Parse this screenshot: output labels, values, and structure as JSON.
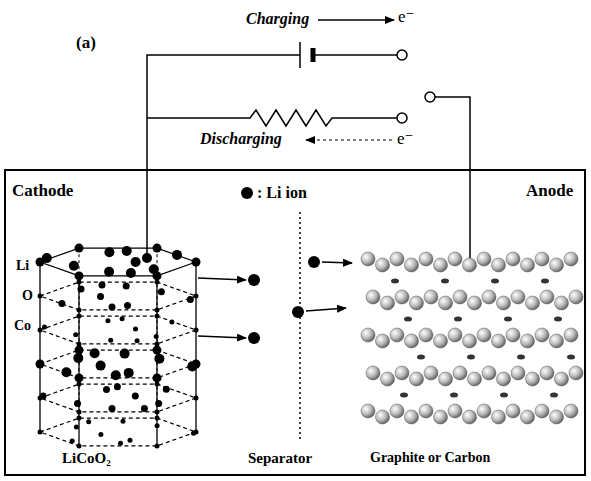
{
  "diagram": {
    "labels": [
      "(a)",
      "Charging",
      "e⁻",
      "Discharging",
      "e⁻",
      "Cathode",
      ": Li ion",
      "Anode",
      "Li",
      "O",
      "Co",
      "LiCoO₂",
      "Separator",
      "Graphite or Carbon"
    ]
  }
}
